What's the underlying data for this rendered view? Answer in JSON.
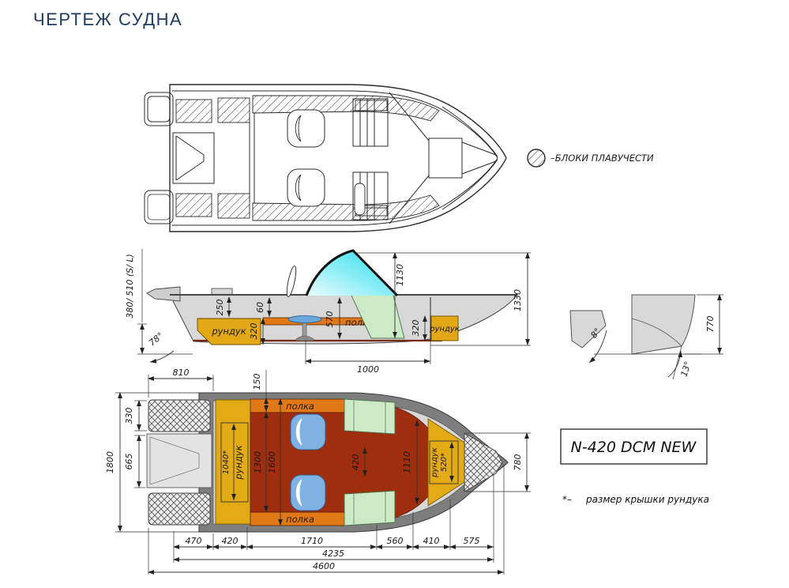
{
  "title": "ЧЕРТЕЖ СУДНА",
  "legend": {
    "label": "–БЛОКИ ПЛАВУЧЕСТИ"
  },
  "model_box": {
    "label": "N-420 DCM NEW"
  },
  "footnote": {
    "marker": "*–",
    "text": "размер крышки рундука"
  },
  "colors": {
    "title": "#1d3a5f",
    "hull_grey": "#d8d8d8",
    "gunwale_grey": "#7e7e7e",
    "shelf_orange": "#e07818",
    "locker_yellow": "#e2ab16",
    "floor_red": "#9e2e0e",
    "seat_blue": "#7fb2e2",
    "bench_mint": "#cdeac6",
    "windshield_cyan": "#2adbe8"
  },
  "side_view": {
    "labels": {
      "locker_left": "рундук",
      "locker_right": "рундук",
      "shelf": "полка"
    },
    "dims": {
      "transom": "380/ 510 (S/ L)",
      "d250": "250",
      "d60": "60",
      "d320_left": "320",
      "d570": "570",
      "d320_right": "320",
      "d1130": "1130",
      "d1330": "1330",
      "a78": "78°",
      "d1000": "1000"
    }
  },
  "section_view": {
    "dims": {
      "d770": "770",
      "a8": "8°",
      "a13": "13°"
    }
  },
  "plan_view": {
    "labels": {
      "shelf_top": "полка",
      "shelf_bottom": "полка",
      "locker_stern": "рундук",
      "locker_bow": "рундук"
    },
    "dims": {
      "d810": "810",
      "d150": "150",
      "d330": "330",
      "d665": "665",
      "d1800": "1800",
      "d1040": "1040*",
      "d1300": "1300",
      "d1600": "1600",
      "d420_aisle": "420",
      "d1110": "1110",
      "d520": "520*",
      "d780": "780",
      "d470": "470",
      "d420": "420",
      "d1710": "1710",
      "d560": "560",
      "d410": "410",
      "d575": "575",
      "d4235": "4235",
      "d4600": "4600"
    }
  }
}
